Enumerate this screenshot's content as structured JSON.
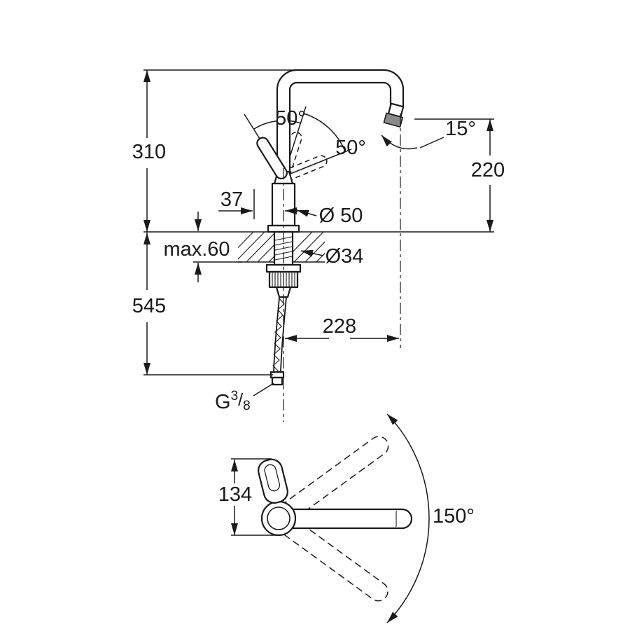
{
  "page": {
    "background": "#ffffff"
  },
  "drawing": {
    "line_color": "#1a1a1a",
    "mousseur_color": "#8a8a8a",
    "labels": {
      "height_above": "310",
      "height_below": "545",
      "handle_angle_1": "50°",
      "handle_angle_2": "50°",
      "outlet_angle": "15°",
      "spout_height": "220",
      "handle_width": "37",
      "body_diameter": "Ø 50",
      "max_deck_thickness": "max.60",
      "hole_diameter": "Ø34",
      "spout_reach": "228",
      "thread_letter": "G",
      "thread_numerator": "3",
      "thread_slash": "/",
      "thread_denominator": "8",
      "plan_height": "134",
      "swivel_angle": "150°"
    }
  }
}
